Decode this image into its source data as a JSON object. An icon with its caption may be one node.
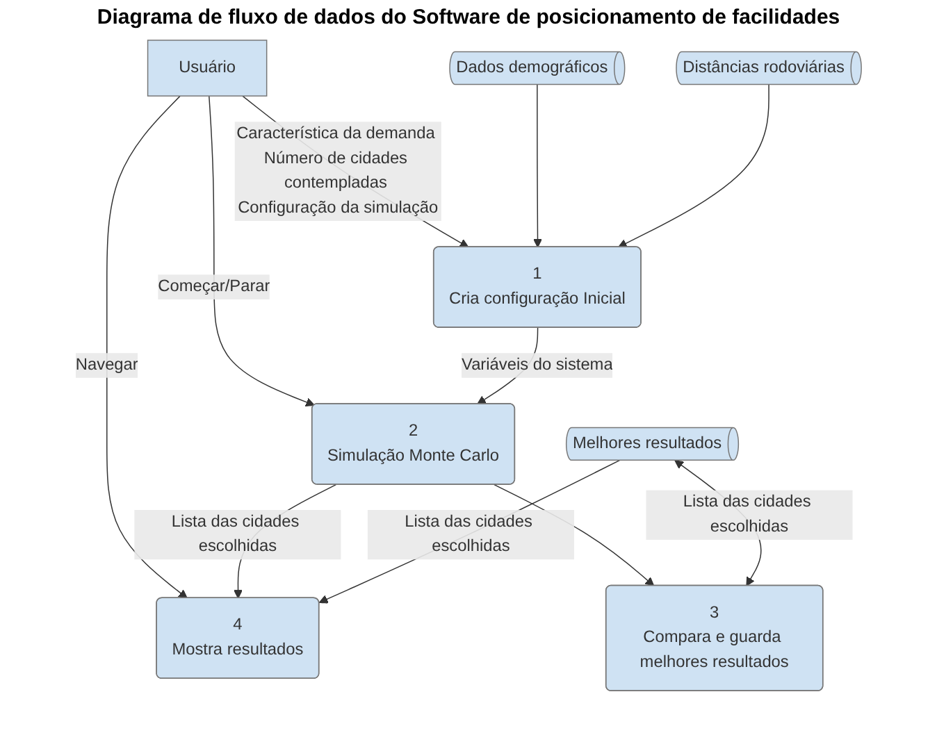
{
  "diagram": {
    "title": "Diagrama de fluxo de dados do Software de posicionamento de facilidades",
    "nodes": [
      {
        "text": [
          "Usuário"
        ]
      },
      {
        "text": [
          "1",
          "Cria configuração Inicial"
        ]
      },
      {
        "text": [
          "2",
          "Simulação Monte Carlo"
        ]
      },
      {
        "text": [
          "3",
          "Compara e guarda melhores resultados"
        ]
      },
      {
        "text": [
          "4",
          "Mostra resultados"
        ]
      },
      {
        "text": [
          "Dados demográficos"
        ]
      },
      {
        "text": [
          "Distâncias rodoviárias"
        ]
      },
      {
        "text": [
          "Melhores resultados"
        ]
      }
    ],
    "edges": [
      {
        "from": 0,
        "to": 1,
        "arrow": "to",
        "label": "Característica da demanda Número de cidades contempladas Configuração da simulação"
      },
      {
        "from": 0,
        "to": 2,
        "arrow": "to",
        "label": "Começar/Parar"
      },
      {
        "from": 0,
        "to": 4,
        "arrow": "to",
        "label": "Navegar"
      },
      {
        "from": 1,
        "to": 2,
        "arrow": "to",
        "label": "Variáveis do sistema"
      },
      {
        "from": 2,
        "to": 4,
        "arrow": "to",
        "label": "Lista das cidades escolhidas"
      },
      {
        "from": 2,
        "to": 3,
        "arrow": "to"
      },
      {
        "from": 5,
        "to": 1,
        "arrow": "to"
      },
      {
        "from": 6,
        "to": 1,
        "arrow": "to"
      },
      {
        "from": 7,
        "to": 3,
        "arrow": "both",
        "label": "Lista das cidades escolhidas"
      },
      {
        "from": 7,
        "to": 4,
        "arrow": "to",
        "label": "Lista das cidades escolhidas"
      }
    ]
  }
}
